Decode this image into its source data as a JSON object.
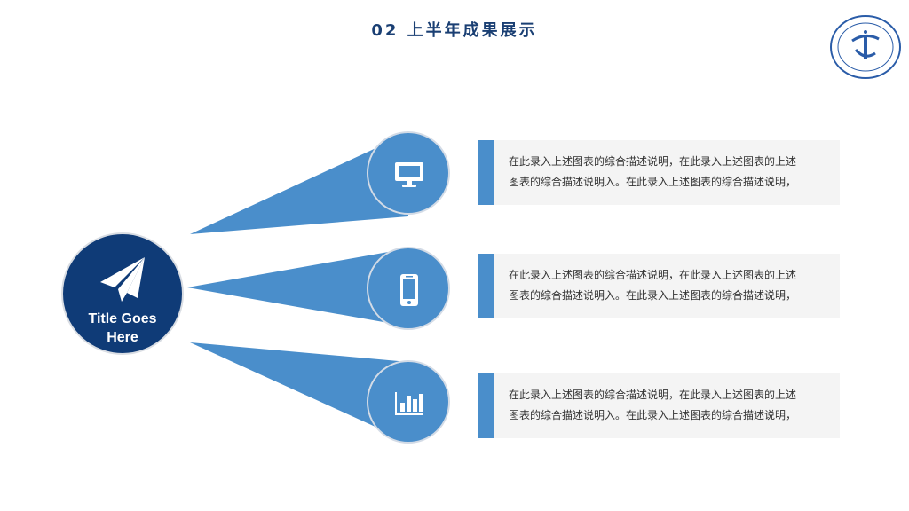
{
  "slide": {
    "title": "02 上半年成果展示",
    "center": {
      "label_line1": "Title Goes",
      "label_line2": "Here",
      "icon": "paper-plane-icon"
    },
    "items": [
      {
        "icon": "monitor-icon",
        "text_line1": "在此录入上述图表的综合描述说明，在此录入上述图表的上述",
        "text_line2": "图表的综合描述说明入。在此录入上述图表的综合描述说明，"
      },
      {
        "icon": "smartphone-icon",
        "text_line1": "在此录入上述图表的综合描述说明，在此录入上述图表的上述",
        "text_line2": "图表的综合描述说明入。在此录入上述图表的综合描述说明，"
      },
      {
        "icon": "bar-chart-icon",
        "text_line1": "在此录入上述图表的综合描述说明，在此录入上述图表的上述",
        "text_line2": "图表的综合描述说明入。在此录入上述图表的综合描述说明，"
      }
    ]
  },
  "colors": {
    "primary": "#0f3b77",
    "accent": "#4a8ecb",
    "card_bg": "#f4f4f4",
    "title": "#1a3f73"
  }
}
